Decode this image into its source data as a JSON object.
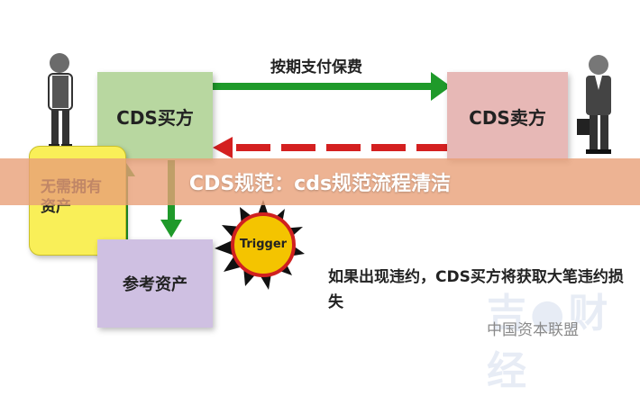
{
  "diagram": {
    "buyer_label": "CDS买方",
    "seller_label": "CDS卖方",
    "reference_asset_label": "参考资产",
    "no_asset_label": "无需拥有资产",
    "payment_label": "按期支付保费",
    "trigger_label": "Trigger",
    "default_note": "如果出现违约，CDS买方将获取大笔违约损失"
  },
  "banner": {
    "title": "CDS规范：cds规范流程清洁"
  },
  "watermark": {
    "text": "中国资本联盟"
  },
  "colors": {
    "buyer_box": "#b8d7a0",
    "seller_box": "#e7b8b6",
    "reference_box": "#cfc0e2",
    "no_asset_box": "#f9ef58",
    "payment_arrow": "#1f9a2a",
    "compensation_arrow": "#d42020",
    "sun": "#f4c400"
  }
}
